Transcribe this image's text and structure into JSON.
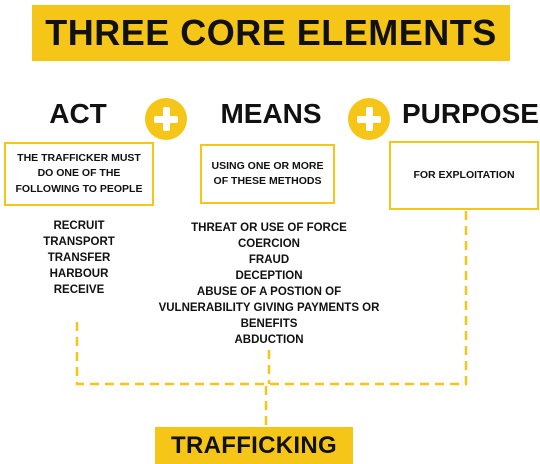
{
  "title": "THREE CORE ELEMENTS",
  "columns": {
    "act": {
      "heading": "ACT",
      "box_text": "THE TRAFFICKER MUST DO ONE OF THE FOLLOWING TO PEOPLE",
      "items": [
        "RECRUIT",
        "TRANSPORT",
        "TRANSFER",
        "HARBOUR",
        "RECEIVE"
      ]
    },
    "means": {
      "heading": "MEANS",
      "box_text": "USING ONE OR MORE OF THESE METHODS",
      "items": [
        "THREAT OR USE OF FORCE",
        "COERCION",
        "FRAUD",
        "DECEPTION",
        "ABUSE OF A POSTION OF",
        "VULNERABILITY GIVING PAYMENTS OR",
        "BENEFITS",
        "ABDUCTION"
      ]
    },
    "purpose": {
      "heading": "PURPOSE",
      "box_text": "FOR EXPLOITATION"
    }
  },
  "result": "TRAFFICKING",
  "colors": {
    "accent": "#f5c518",
    "text": "#111111",
    "plus_symbol": "#ffffff"
  },
  "icons": [
    "plus-icon",
    "plus-icon"
  ]
}
